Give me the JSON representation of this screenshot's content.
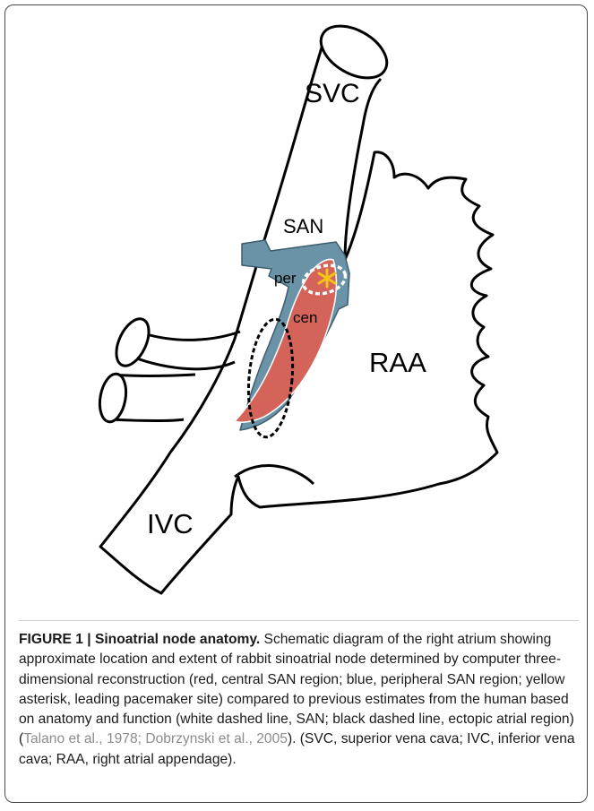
{
  "figure": {
    "labels": {
      "svc": "SVC",
      "san": "SAN",
      "per": "per",
      "cen": "cen",
      "raa": "RAA",
      "ivc": "IVC"
    },
    "colors": {
      "peripheral_san": "#6b93a8",
      "central_san": "#d4645a",
      "leading_site_asterisk": "#f5c518",
      "outline": "#000000"
    }
  },
  "caption": {
    "figure_label": "FIGURE 1 | Sinoatrial node anatomy.",
    "text_main": " Schematic diagram of the right atrium showing approximate location and extent of rabbit sinoatrial node determined by computer three-dimensional reconstruction (red, central SAN region; blue, peripheral SAN region; yellow asterisk, leading pacemaker site) compared to previous estimates from the human based on anatomy and function (white dashed line, SAN; black dashed line, ectopic atrial region) (",
    "citation": "Talano et al., 1978; Dobrzynski et al., 2005",
    "text_end": "). (SVC, superior vena cava; IVC, inferior vena cava; RAA, right atrial appendage)."
  }
}
